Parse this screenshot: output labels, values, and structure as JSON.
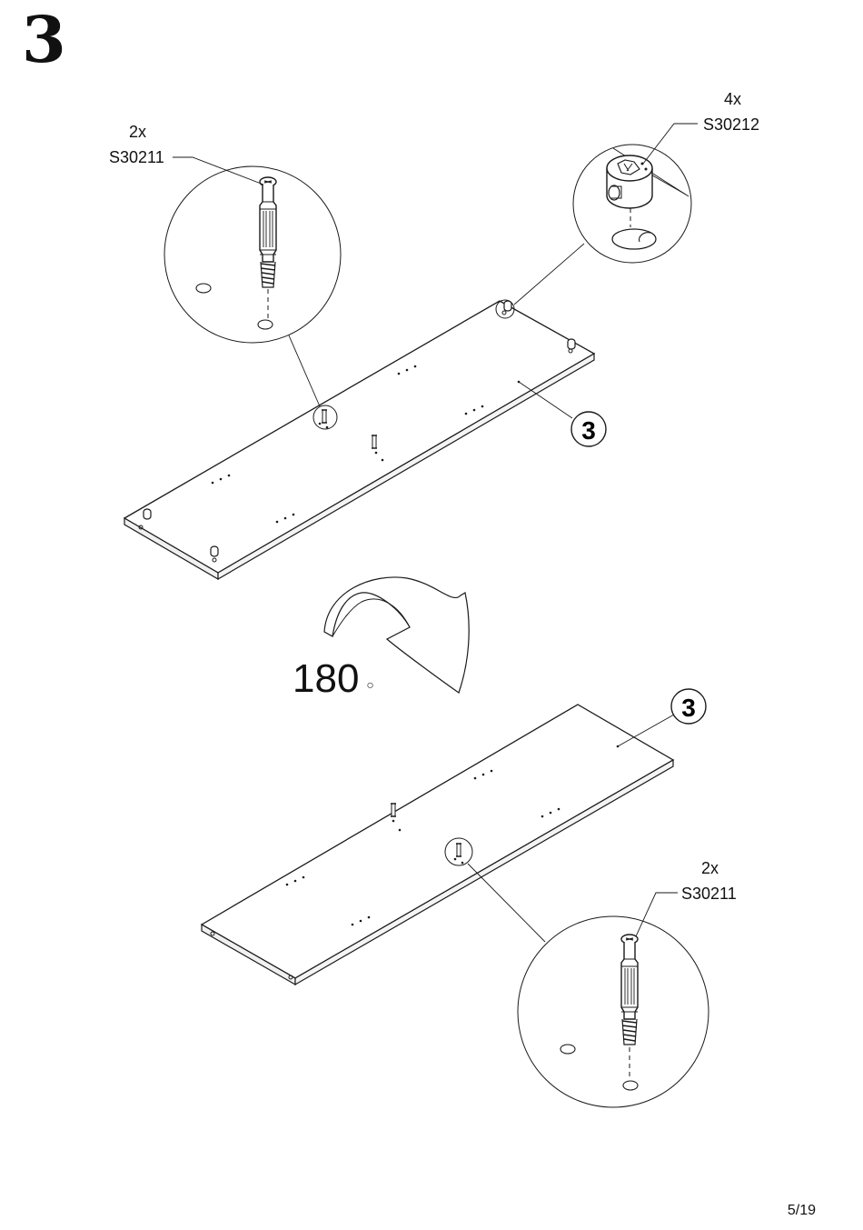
{
  "step": {
    "number": "3"
  },
  "callouts": {
    "dowel_top": {
      "qty": "2x",
      "code": "S30211"
    },
    "cam_lock": {
      "qty": "4x",
      "code": "S30212"
    },
    "dowel_bottom": {
      "qty": "2x",
      "code": "S30211"
    }
  },
  "panel_badge": {
    "top": "3",
    "bottom": "3"
  },
  "rotation": {
    "value": "180",
    "unit_symbol": "○"
  },
  "page": {
    "number": "5/19"
  },
  "colors": {
    "ink": "#1a1a1a",
    "panel_edge": "#e8e8e8",
    "background": "#ffffff"
  }
}
